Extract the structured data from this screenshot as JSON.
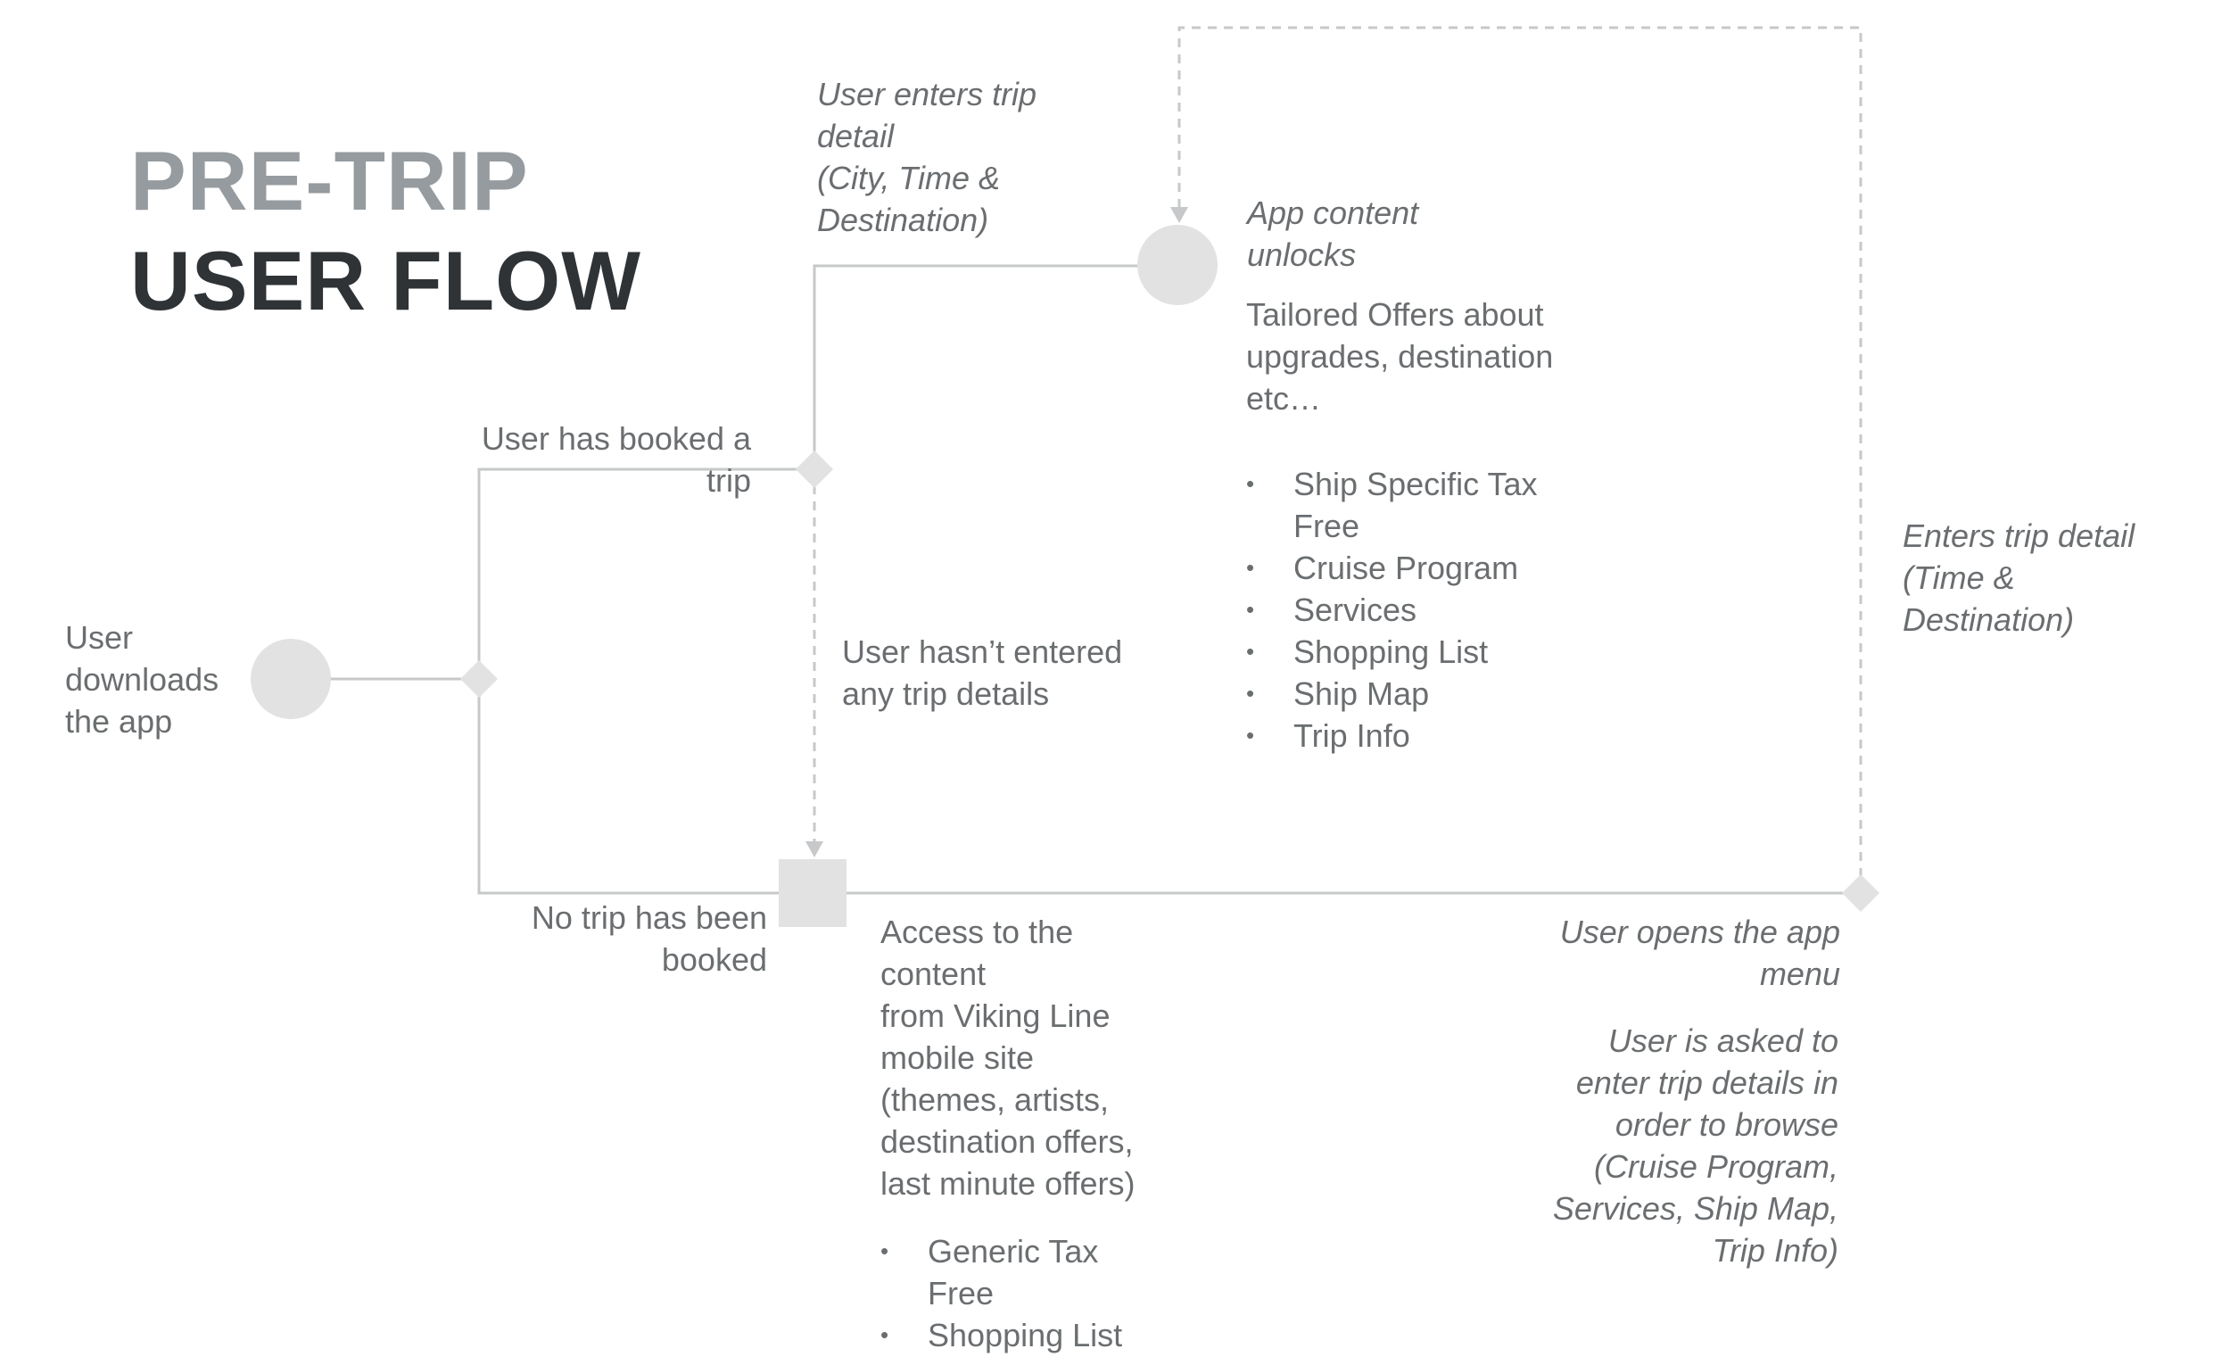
{
  "title": {
    "line1": "PRE-TRIP",
    "line2": "USER FLOW"
  },
  "nodes": {
    "start": "User\ndownloads\nthe app",
    "booked": "User has booked a\ntrip",
    "no_trip": "No trip has been\nbooked",
    "enters_trip_detail": "User enters trip\ndetail\n(City, Time &\nDestination)",
    "not_entered": "User hasn’t entered\nany trip details",
    "app_unlocks": "App content\nunlocks",
    "tailored_offers": "Tailored Offers about\nupgrades, destination\netc…",
    "enters_trip_detail_right": "Enters trip detail\n(Time &\nDestination)",
    "opens_menu": "User opens the app\nmenu",
    "asked_to_enter": "User is asked to\nenter trip details in\norder to browse\n(Cruise Program,\nServices, Ship Map,\nTrip Info)",
    "access_content": "Access to the\ncontent\nfrom Viking Line\nmobile site\n(themes, artists,\ndestination offers,\nlast minute offers)"
  },
  "unlocked_features": [
    "Ship Specific Tax\nFree",
    "Cruise Program",
    "Services",
    "Shopping List",
    "Ship Map",
    "Trip Info"
  ],
  "generic_features": [
    "Generic Tax\nFree",
    "Shopping List"
  ],
  "colors": {
    "line": "#c6c8ca",
    "dashed_line": "#c6c8ca",
    "shape_fill": "#e2e2e2",
    "title_light": "#959b9f",
    "title_dark": "#2f3336",
    "text": "#6b6e70"
  }
}
